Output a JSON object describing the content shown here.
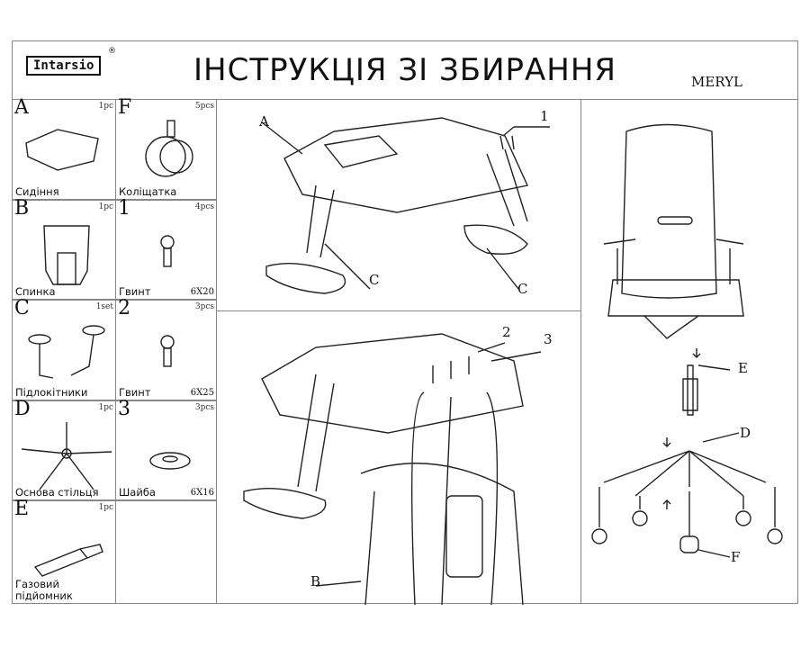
{
  "header": {
    "brand": "Intarsio",
    "registered": "®",
    "title": "ІНСТРУКЦІЯ ЗІ ЗБИРАННЯ",
    "model": "MERYL"
  },
  "parts": [
    {
      "letter": "A",
      "qty": "1pc",
      "name": "Сидіння",
      "size": ""
    },
    {
      "letter": "F",
      "qty": "5pcs",
      "name": "Коліщатка",
      "size": ""
    },
    {
      "letter": "B",
      "qty": "1pc",
      "name": "Спинка",
      "size": ""
    },
    {
      "letter": "1",
      "qty": "4pcs",
      "name": "Гвинт",
      "size": "6X20"
    },
    {
      "letter": "C",
      "qty": "1set",
      "name": "Підлокітники",
      "size": ""
    },
    {
      "letter": "2",
      "qty": "3pcs",
      "name": "Гвинт",
      "size": "6X25"
    },
    {
      "letter": "D",
      "qty": "1pc",
      "name": "Основа стільця",
      "size": ""
    },
    {
      "letter": "3",
      "qty": "3pcs",
      "name": "Шайба",
      "size": "6X16"
    },
    {
      "letter": "E",
      "qty": "1pc",
      "name": "Газовий підйомник",
      "size": ""
    }
  ],
  "step1": {
    "labels": [
      "A",
      "1",
      "C",
      "C"
    ]
  },
  "step2": {
    "labels": [
      "2",
      "3",
      "B"
    ]
  },
  "step3": {
    "labels": [
      "E",
      "D",
      "F"
    ]
  }
}
